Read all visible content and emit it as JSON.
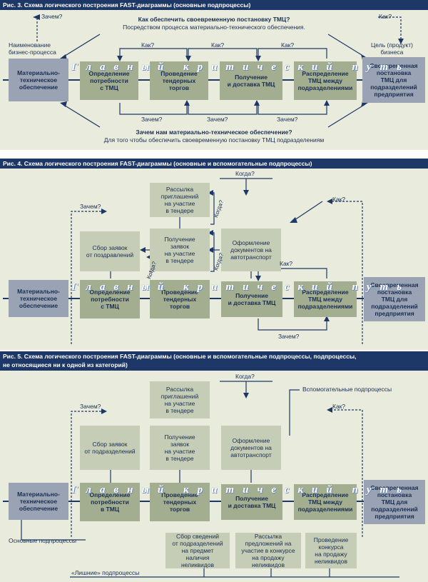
{
  "watermark": "Главный критический путь",
  "fig3": {
    "title": "Рис. 3. Схема логического построения FAST-диаграммы (основные подпроцессы)",
    "left_label": "Наименование\nбизнес-процесса",
    "right_label": "Цель (продукт)\nбизнеса",
    "why_top": "Зачем?",
    "how_top": "Как?",
    "top_q": "Как обеспечить своевременную постановку ТМЦ?",
    "top_a": "Посредством процесса материально-технического обеспечения.",
    "bottom_q": "Зачем нам материально-техническое обеспечение?",
    "bottom_a": "Для того чтобы обеспечить своевременную постановку ТМЦ подразделениям",
    "how1": "Как?",
    "how2": "Как?",
    "how3": "Как?",
    "why1": "Зачем?",
    "why2": "Зачем?",
    "why3": "Зачем?",
    "boxes": [
      "Материально-\nтехническое\nобеспечение",
      "Определение\nпотребности\nс ТМЦ",
      "Проведение\nтендерных\nторгов",
      "Получение\nи доставка ТМЦ",
      "Распределение\nТМЦ между\nподразделениями",
      "Своевременная\nпостановка\nТМЦ для\nподразделений\nпредприятия"
    ]
  },
  "fig4": {
    "title": "Рис. 4. Схема логического построения FAST-диаграммы (основные и вспомогательные подпроцессы)",
    "when_top": "Когда?",
    "why_left": "Зачем?",
    "how_right": "Как?",
    "when1": "Когда?",
    "when2": "Когда?",
    "when3": "Когда?",
    "how_small": "Как?",
    "why_small": "Зачем?",
    "aux": [
      "Рассылка\nприглашений\nна участие\nв тендере",
      "Сбор заявок\nот поздравлений",
      "Получение\nзаявок\nна участие\nв тендере",
      "Оформление\nдокументов на\nавтотранспорт"
    ],
    "boxes": [
      "Материально-\nтехническое\nобеспечение",
      "Определение\nпотребности\nс ТМЦ",
      "Проведение\nтендерных\nторгов",
      "Получение\nи доставка ТМЦ",
      "Распределение\nТМЦ между\nподразделениями",
      "Своевременная\nпостановка\nТМЦ для\nподразделений\nпредприятия"
    ]
  },
  "fig5": {
    "title": "Рис. 5. Схема логического построения FAST-диаграммы (основные и вспомогательные подпроцессы, подпроцессы,\nне относящиеся ни к одной из категорий)",
    "when_top": "Когда?",
    "why_left": "Зачем?",
    "how_right": "Как?",
    "aux_label": "Вспомогательные подпроцессы",
    "main_label": "Основные подпроцессы",
    "extra_label": "«Лишние» подпроцессы",
    "aux": [
      "Рассылка\nприглашений\nна участие\nв тендере",
      "Сбор заявок\nот подразделений",
      "Получение\nзаявок\nна участие\nв тендере",
      "Оформление\nдокументов на\nавтотранспорт"
    ],
    "extra": [
      "Сбор сведений\nот подразделений\nна предмет\nналичия\nнеликвидов",
      "Рассылка\nпредложений на\nучастие в конкурсе\nна продажу\nнеликвидов",
      "Проведение\nконкурса\nна продажу\nнеликвидов"
    ],
    "boxes": [
      "Материально-\nтехническое\nобеспечение",
      "Определение\nпотребности\nв ТМЦ",
      "Проведение\nтендерных\nторгов",
      "Получение\nи доставка ТМЦ",
      "Распределение\nТМЦ между\nподразделениями",
      "Своевременная\nпостановка\nТМЦ для\nподразделений\nпредприятия"
    ]
  }
}
